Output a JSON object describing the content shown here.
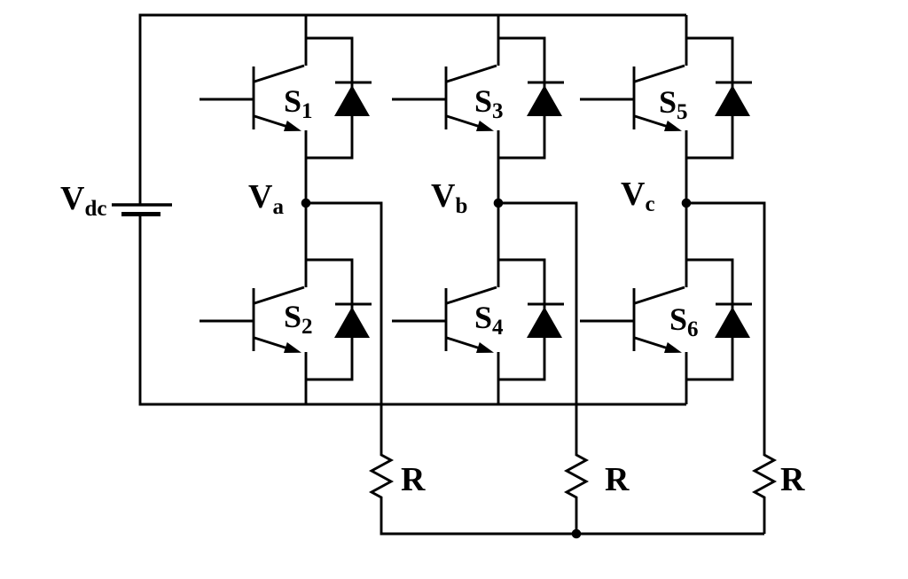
{
  "colors": {
    "line": "#000000",
    "background": "#ffffff"
  },
  "labels": {
    "dc_source": {
      "main": "V",
      "sub": "dc"
    },
    "phase_a": {
      "main": "V",
      "sub": "a"
    },
    "phase_b": {
      "main": "V",
      "sub": "b"
    },
    "phase_c": {
      "main": "V",
      "sub": "c"
    },
    "switch_1": {
      "main": "S",
      "sub": "1"
    },
    "switch_2": {
      "main": "S",
      "sub": "2"
    },
    "switch_3": {
      "main": "S",
      "sub": "3"
    },
    "switch_4": {
      "main": "S",
      "sub": "4"
    },
    "switch_5": {
      "main": "S",
      "sub": "5"
    },
    "switch_6": {
      "main": "S",
      "sub": "6"
    },
    "resistor_a": "R",
    "resistor_b": "R",
    "resistor_c": "R"
  }
}
